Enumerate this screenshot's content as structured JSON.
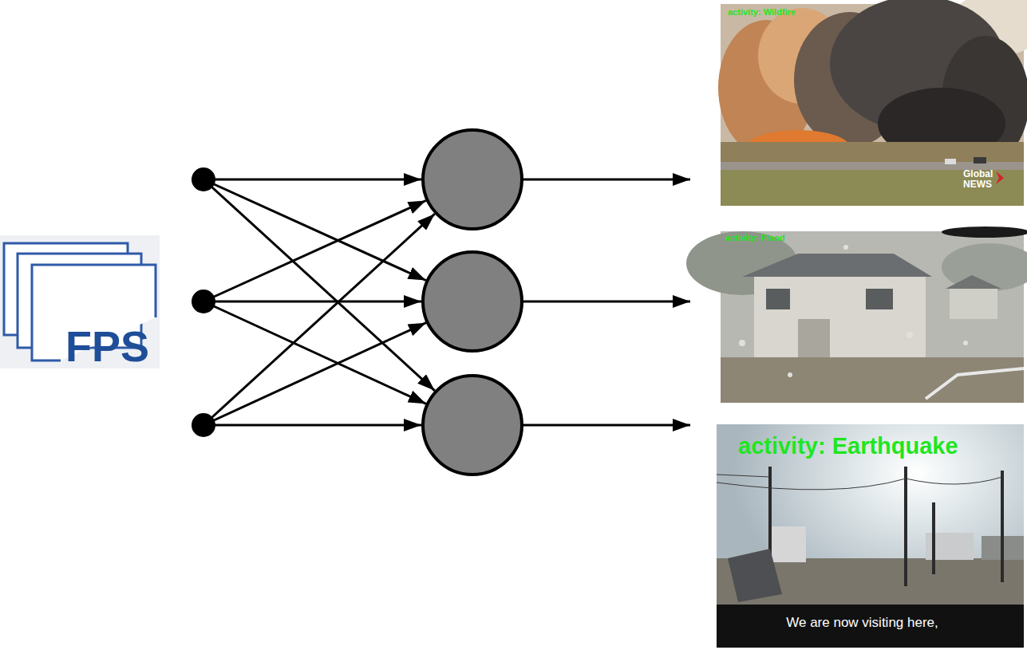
{
  "diagram": {
    "nodes": [
      {
        "text": [
          "FPS"
        ]
      },
      {
        "text": [
          "activity: Wildfire",
          "Global NEWS"
        ]
      },
      {
        "text": [
          "activity: Flood"
        ]
      },
      {
        "text": [
          "activity: Earthquake",
          "We are now visiting here,"
        ]
      }
    ]
  }
}
